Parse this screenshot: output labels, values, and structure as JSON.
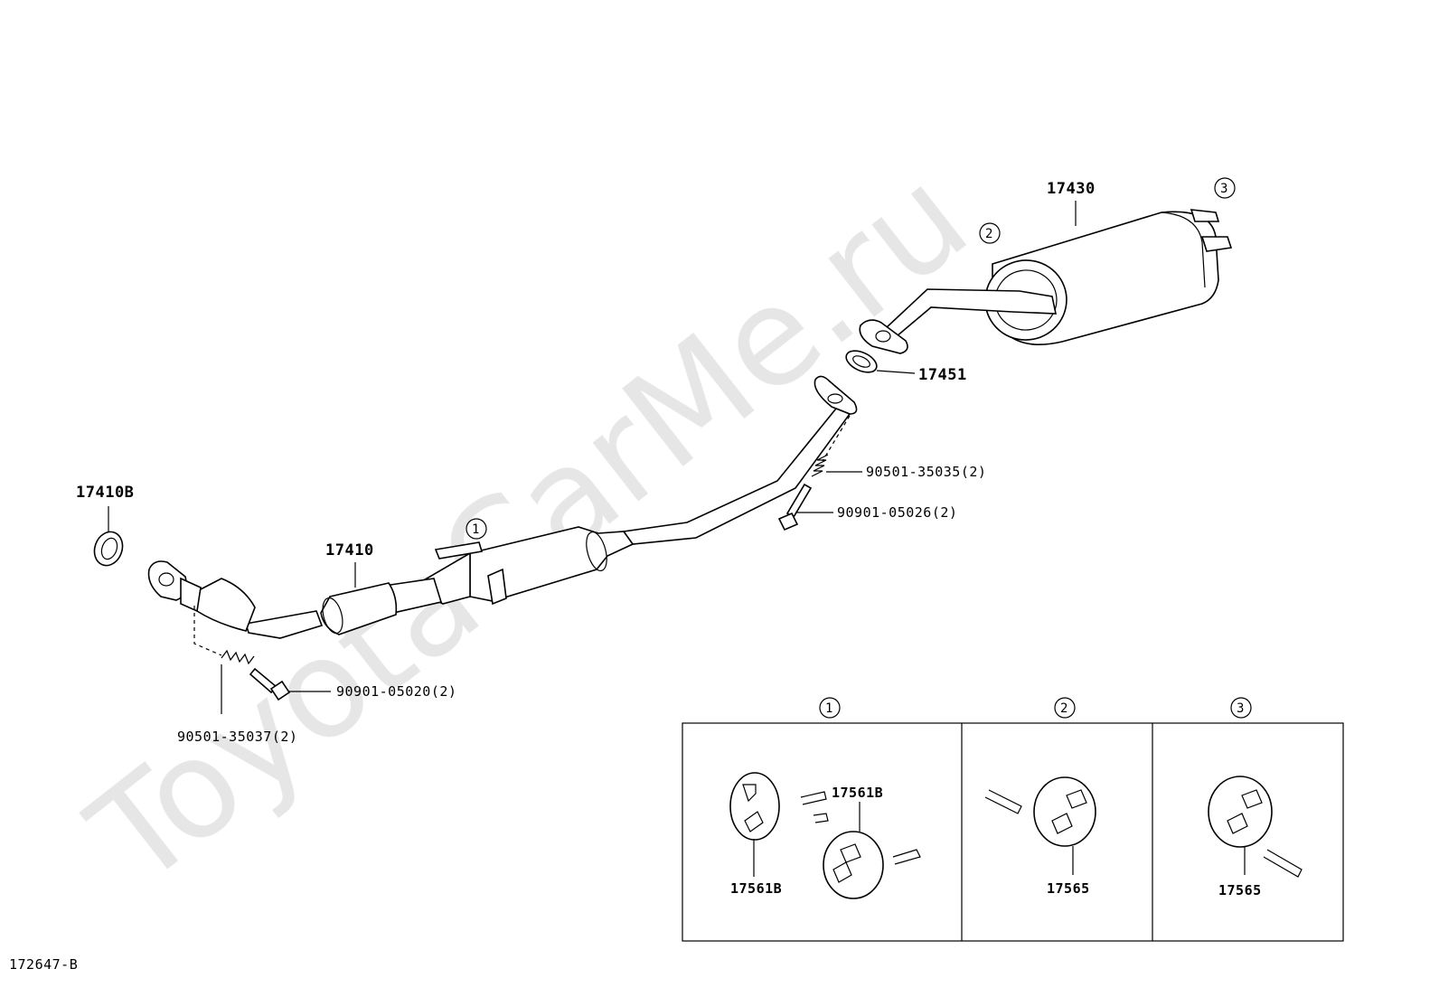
{
  "watermark": "ToyotaCarMe.ru",
  "diagram_id": "172647-B",
  "parts": {
    "p17430": "17430",
    "p17451": "17451",
    "p17410B": "17410B",
    "p17410": "17410",
    "p90501_35035": "90501-35035(2)",
    "p90901_05026": "90901-05026(2)",
    "p90901_05020": "90901-05020(2)",
    "p90501_35037": "90501-35037(2)"
  },
  "callouts": {
    "c1": "1",
    "c2": "2",
    "c3": "3"
  },
  "detail_panels": {
    "panel1": {
      "ref": "1",
      "part_a": "17561B",
      "part_b": "17561B"
    },
    "panel2": {
      "ref": "2",
      "part": "17565"
    },
    "panel3": {
      "ref": "3",
      "part": "17565"
    }
  }
}
